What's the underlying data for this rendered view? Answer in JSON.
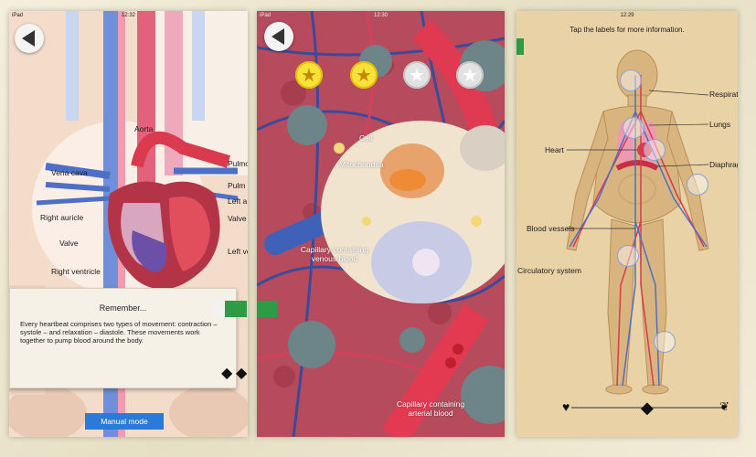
{
  "status": {
    "left_carrier": "iPad",
    "left_time": "12:32",
    "mid_carrier": "iPad",
    "mid_time": "12:30",
    "right_time": "12:29"
  },
  "heart_panel": {
    "labels": {
      "aorta": "Aorta",
      "vena_cava": "Vena cava",
      "pulmonary_top": "Pulmo",
      "pulmonary_mid": "Pulm",
      "left_atrium": "Left a",
      "valve_right": "Valve",
      "right_auricle": "Right auricle",
      "valve_left": "Valve",
      "left_ventricle": "Left ve",
      "right_ventricle": "Right ventricle"
    },
    "remember_title": "Remember...",
    "remember_text": "Every heartbeat comprises two types of movement: contraction – systole – and relaxation – diastole. These movements work together to pump blood around the body.",
    "manual_button": "Manual mode"
  },
  "cell_panel": {
    "labels": {
      "cell": "Cell",
      "mitochondria": "Mitochondria",
      "venous": "Capillary containing venous blood",
      "arterial": "Capillary containing arterial blood"
    },
    "stars": [
      "on",
      "on",
      "off",
      "off"
    ]
  },
  "body_panel": {
    "hint": "Tap the labels for more information.",
    "labels": {
      "respiratory": "Respiratory",
      "lungs": "Lungs",
      "heart": "Heart",
      "diaphragm": "Diaphragm",
      "blood_vessels": "Blood vessels",
      "circulatory": "Circulatory system"
    }
  },
  "icons": {
    "back": "back-arrow-icon",
    "star": "star-icon",
    "diamond": "diamond-icon",
    "heart": "heart-icon",
    "lungs": "lungs-icon"
  },
  "colors": {
    "artery": "#d93a4e",
    "vein": "#4e6fc8",
    "button": "#2a7bd8",
    "green_tab": "#2e9b45"
  }
}
